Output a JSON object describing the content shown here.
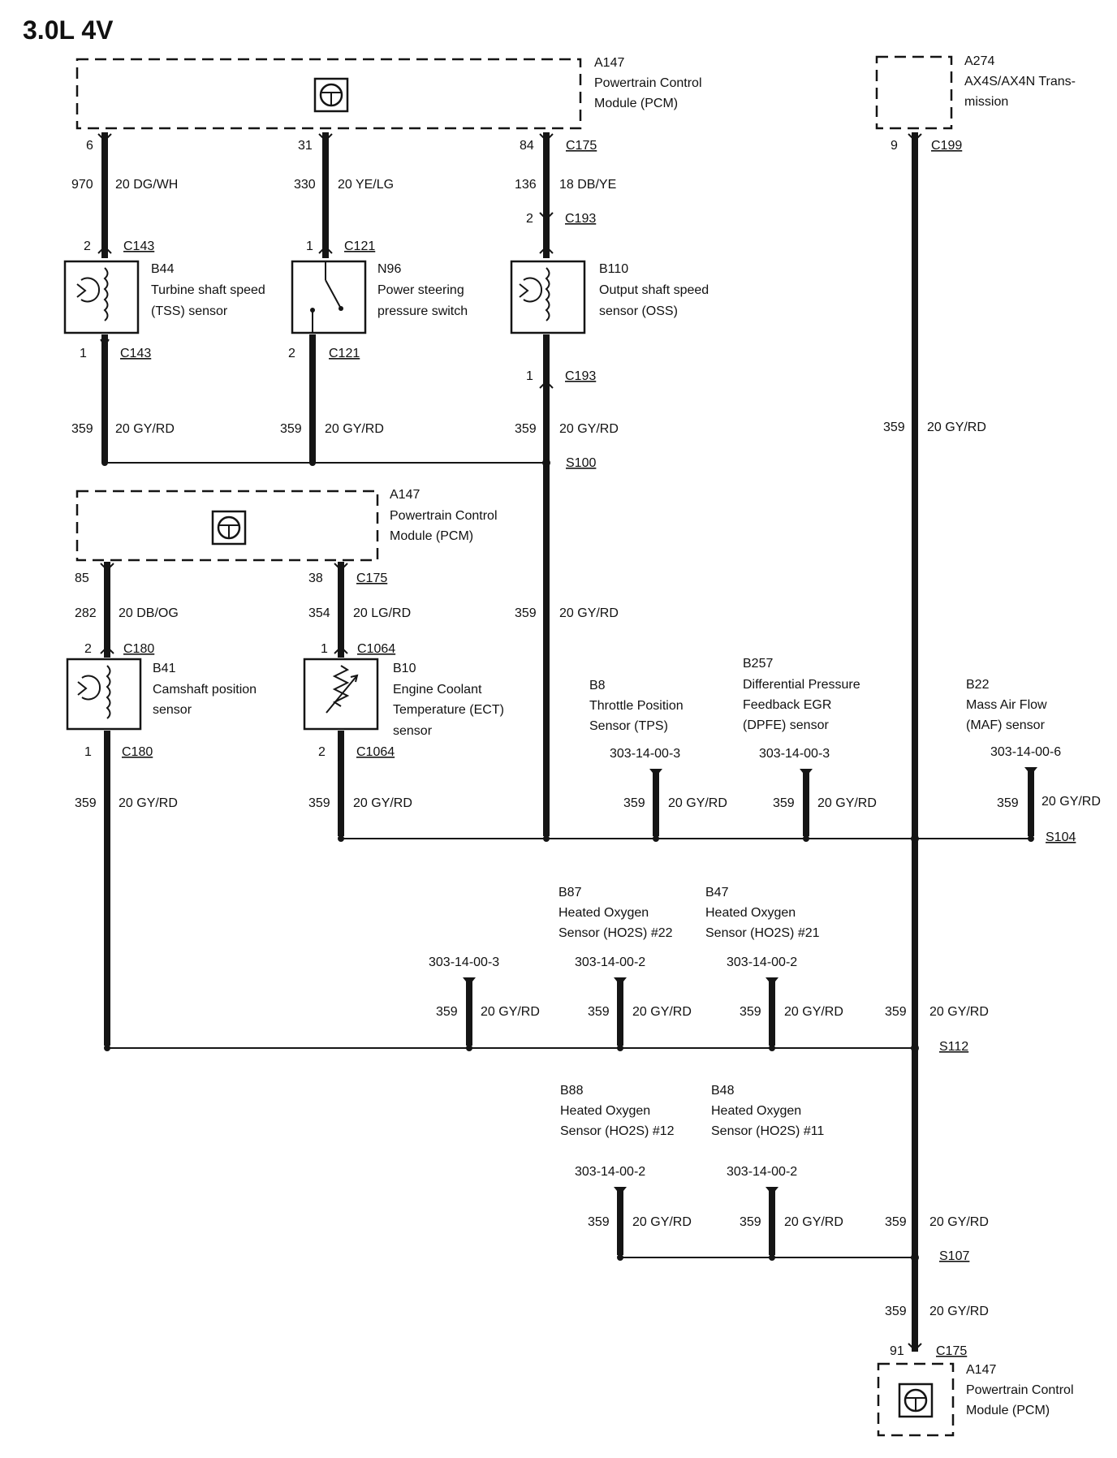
{
  "title": "3.0L 4V",
  "modules": {
    "pcm_top": {
      "id": "A147",
      "name_line1": "Powertrain Control",
      "name_line2": "Module (PCM)",
      "icon": "steering-wheel-icon"
    },
    "trans": {
      "id": "A274",
      "name_line1": "AX4S/AX4N Trans-",
      "name_line2": "mission"
    },
    "pcm_mid": {
      "id": "A147",
      "name_line1": "Powertrain Control",
      "name_line2": "Module (PCM)",
      "icon": "steering-wheel-icon"
    },
    "pcm_bottom": {
      "id": "A147",
      "name_line1": "Powertrain Control",
      "name_line2": "Module (PCM)",
      "icon": "steering-wheel-icon"
    }
  },
  "top_pins": {
    "p6": "6",
    "p31": "31",
    "p84": "84",
    "c175": "C175",
    "p9": "9",
    "c199": "C199"
  },
  "wires_top": {
    "w970": "970",
    "w970_spec": "20 DG/WH",
    "w330": "330",
    "w330_spec": "20 YE/LG",
    "w136": "136",
    "w136_spec": "18 DB/YE"
  },
  "sensors": {
    "b44": {
      "id": "B44",
      "line1": "Turbine shaft speed",
      "line2": "(TSS) sensor",
      "pin_top": "2",
      "conn_top": "C143",
      "pin_bot": "1",
      "conn_bot": "C143"
    },
    "n96": {
      "id": "N96",
      "line1": "Power steering",
      "line2": "pressure switch",
      "pin_top": "1",
      "conn_top": "C121",
      "pin_bot": "2",
      "conn_bot": "C121"
    },
    "b110": {
      "id": "B110",
      "line1": "Output shaft speed",
      "line2": "sensor (OSS)",
      "pin_top": "2",
      "conn_top": "C193",
      "pin_bot": "1",
      "conn_bot": "C193"
    },
    "b41": {
      "id": "B41",
      "line1": "Camshaft position",
      "line2": "sensor",
      "pin_top": "2",
      "conn_top": "C180",
      "pin_bot": "1",
      "conn_bot": "C180"
    },
    "b10": {
      "id": "B10",
      "line1": "Engine Coolant",
      "line2": "Temperature (ECT)",
      "line3": "sensor",
      "pin_top": "1",
      "conn_top": "C1064",
      "pin_bot": "2",
      "conn_bot": "C1064"
    }
  },
  "mid_pins": {
    "p85": "85",
    "p38": "38",
    "c175": "C175"
  },
  "wires_mid": {
    "w282": "282",
    "w282_spec": "20 DB/OG",
    "w354": "354",
    "w354_spec": "20 LG/RD"
  },
  "gnd": {
    "circuit": "359",
    "spec": "20 GY/RD"
  },
  "splices": {
    "s100": "S100",
    "s104": "S104",
    "s112": "S112",
    "s107": "S107"
  },
  "remote_sensors": {
    "b8": {
      "id": "B8",
      "line1": "Throttle Position",
      "line2": "Sensor (TPS)",
      "ref": "303-14-00-3"
    },
    "b257": {
      "id": "B257",
      "line1": "Differential Pressure",
      "line2": "Feedback EGR",
      "line3": "(DPFE) sensor",
      "ref": "303-14-00-3"
    },
    "b22": {
      "id": "B22",
      "line1": "Mass Air Flow",
      "line2": "(MAF) sensor",
      "ref": "303-14-00-6"
    },
    "s112_left": {
      "ref": "303-14-00-3"
    },
    "b87": {
      "id": "B87",
      "line1": "Heated Oxygen",
      "line2": "Sensor (HO2S) #22",
      "ref": "303-14-00-2"
    },
    "b47": {
      "id": "B47",
      "line1": "Heated Oxygen",
      "line2": "Sensor (HO2S) #21",
      "ref": "303-14-00-2"
    },
    "b88": {
      "id": "B88",
      "line1": "Heated Oxygen",
      "line2": "Sensor (HO2S) #12",
      "ref": "303-14-00-2"
    },
    "b48": {
      "id": "B48",
      "line1": "Heated Oxygen",
      "line2": "Sensor (HO2S) #11",
      "ref": "303-14-00-2"
    }
  },
  "bottom_pins": {
    "p91": "91",
    "c175": "C175"
  }
}
